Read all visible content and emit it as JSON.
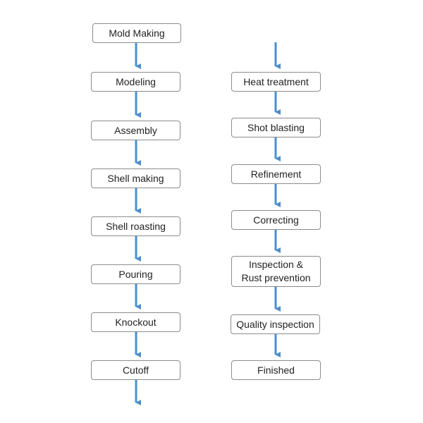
{
  "flow_left": {
    "steps": [
      {
        "id": "mold-making",
        "lines": [
          "Mold Making"
        ]
      },
      {
        "id": "modeling",
        "lines": [
          "Modeling"
        ]
      },
      {
        "id": "assembly",
        "lines": [
          "Assembly"
        ]
      },
      {
        "id": "shell-making",
        "lines": [
          "Shell making"
        ]
      },
      {
        "id": "shell-roasting",
        "lines": [
          "Shell roasting"
        ]
      },
      {
        "id": "pouring",
        "lines": [
          "Pouring"
        ]
      },
      {
        "id": "knockout",
        "lines": [
          "Knockout"
        ]
      },
      {
        "id": "cutoff",
        "lines": [
          "Cutoff"
        ]
      }
    ]
  },
  "flow_right": {
    "steps": [
      {
        "id": "heat-treatment",
        "lines": [
          "Heat treatment"
        ]
      },
      {
        "id": "shot-blasting",
        "lines": [
          "Shot blasting"
        ]
      },
      {
        "id": "refinement",
        "lines": [
          "Refinement"
        ]
      },
      {
        "id": "correcting",
        "lines": [
          "Correcting"
        ]
      },
      {
        "id": "inspection-rust-prevention",
        "lines": [
          "Inspection &",
          "Rust prevention"
        ]
      },
      {
        "id": "quality-inspection",
        "lines": [
          "Quality inspection"
        ]
      },
      {
        "id": "finished",
        "lines": [
          "Finished"
        ]
      }
    ]
  },
  "colors": {
    "arrow": "#4a8fd0",
    "box_border": "#8c8c8c",
    "text": "#222222"
  }
}
